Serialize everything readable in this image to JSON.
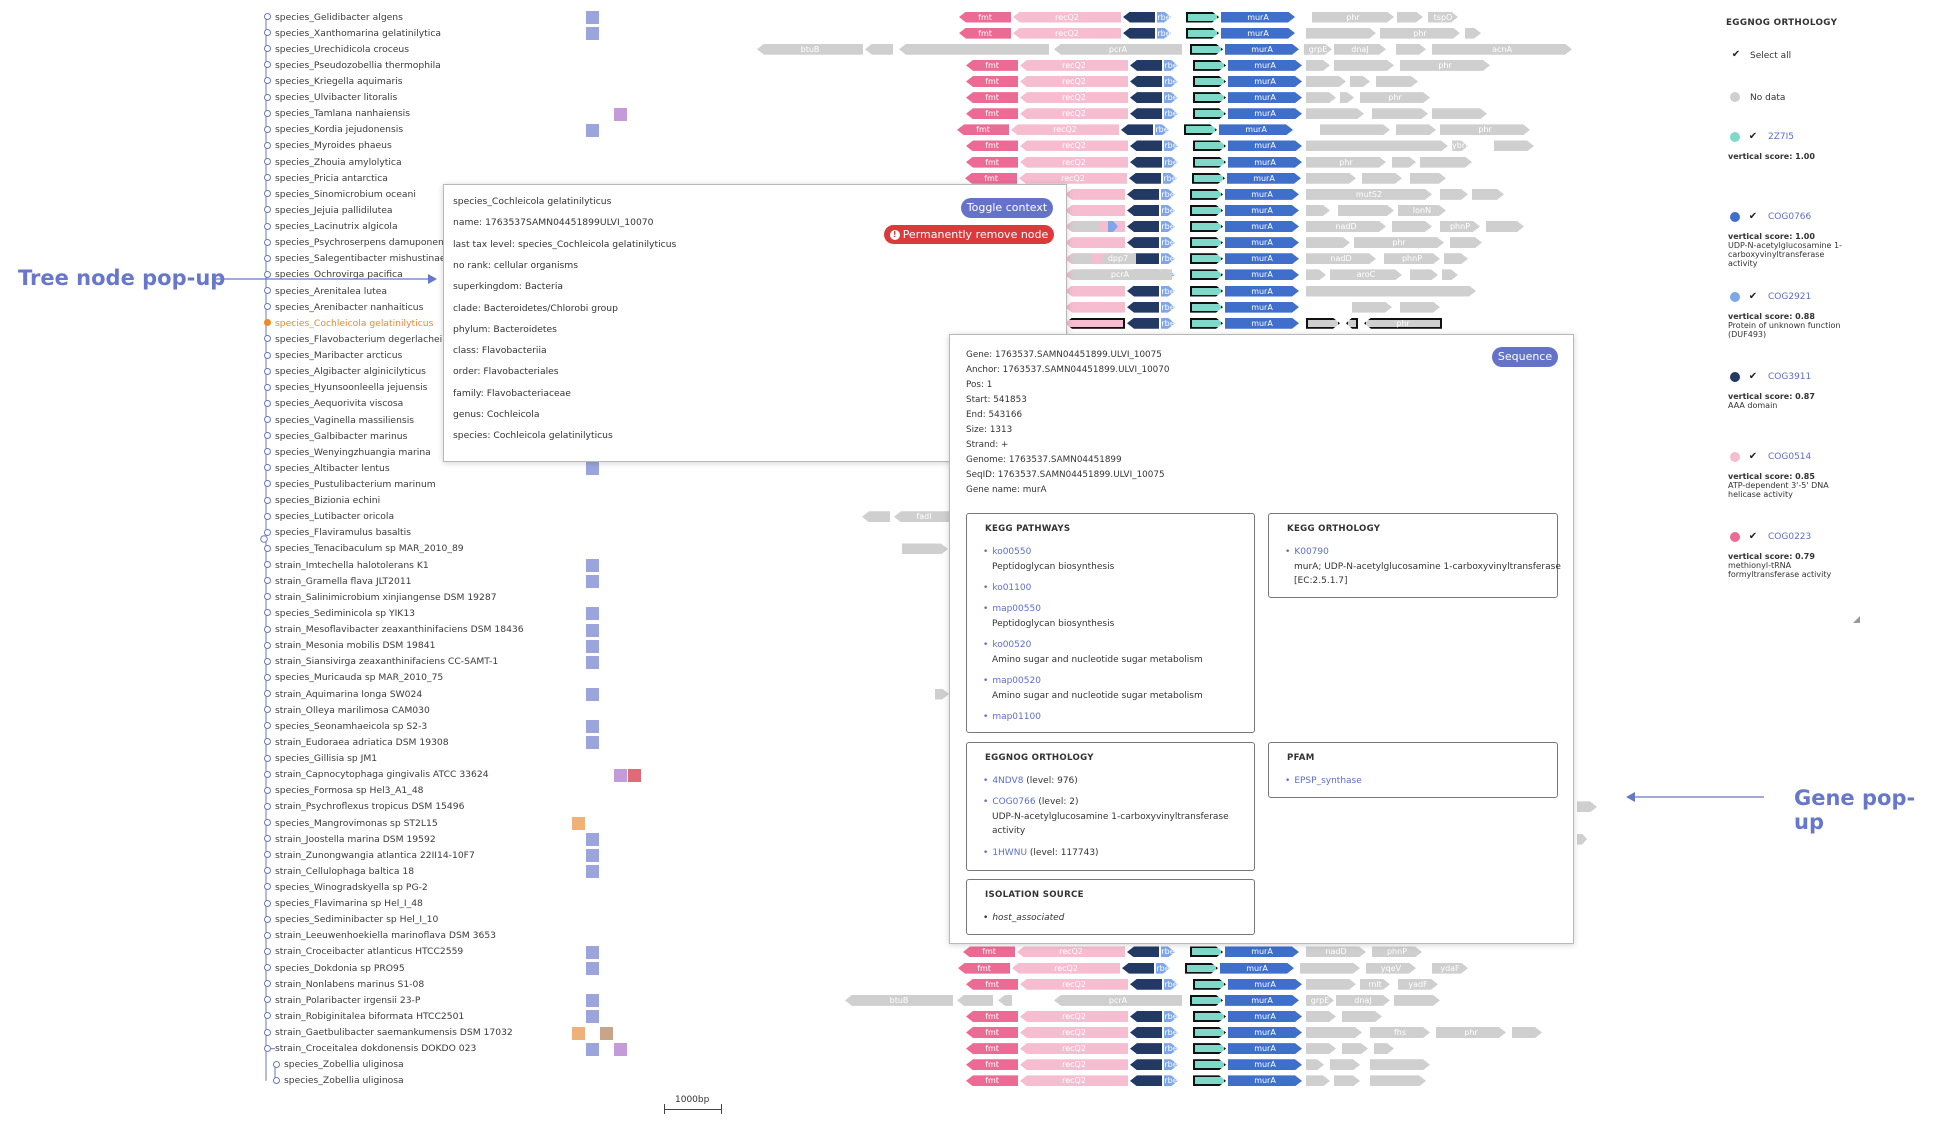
{
  "tree": {
    "nodes": [
      "species_Gelidibacter algens",
      "species_Xanthomarina gelatinilytica",
      "species_Urechidicola croceus",
      "species_Pseudozobellia thermophila",
      "species_Kriegella aquimaris",
      "species_Ulvibacter litoralis",
      "species_Tamlana nanhaiensis",
      "species_Kordia jejudonensis",
      "species_Myroides phaeus",
      "species_Zhouia amylolytica",
      "species_Pricia antarctica",
      "species_Sinomicrobium oceani",
      "species_Jejuia pallidilutea",
      "species_Lacinutrix algicola",
      "species_Psychroserpens damuponensis",
      "species_Salegentibacter mishustinae",
      "species_Ochrovirga pacifica",
      "species_Arenitalea lutea",
      "species_Arenibacter nanhaiticus",
      "species_Cochleicola gelatinilyticus",
      "species_Flavobacterium degerlachei",
      "species_Maribacter arcticus",
      "species_Algibacter alginicilyticus",
      "species_Hyunsoonleella jejuensis",
      "species_Aequorivita viscosa",
      "species_Vaginella massiliensis",
      "species_Galbibacter marinus",
      "species_Wenyingzhuangia marina",
      "species_Altibacter lentus",
      "species_Pustulibacterium marinum",
      "species_Bizionia echini",
      "species_Lutibacter oricola",
      "species_Flaviramulus basaltis",
      "species_Tenacibaculum sp MAR_2010_89",
      "strain_Imtechella halotolerans K1",
      "strain_Gramella flava JLT2011",
      "strain_Salinimicrobium xinjiangense DSM 19287",
      "species_Sediminicola sp YIK13",
      "strain_Mesoflavibacter zeaxanthinifaciens DSM 18436",
      "strain_Mesonia mobilis DSM 19841",
      "strain_Siansivirga zeaxanthinifaciens CC-SAMT-1",
      "species_Muricauda sp MAR_2010_75",
      "strain_Aquimarina longa SW024",
      "strain_Olleya marilimosa CAM030",
      "species_Seonamhaeicola sp S2-3",
      "strain_Eudoraea adriatica DSM 19308",
      "species_Gillisia sp JM1",
      "strain_Capnocytophaga gingivalis ATCC 33624",
      "species_Formosa sp Hel3_A1_48",
      "strain_Psychroflexus tropicus DSM 15496",
      "species_Mangrovimonas sp ST2L15",
      "strain_Joostella marina DSM 19592",
      "strain_Zunongwangia atlantica 22II14-10F7",
      "strain_Cellulophaga baltica 18",
      "species_Winogradskyella sp PG-2",
      "species_Flavimarina sp Hel_I_48",
      "species_Sediminibacter sp Hel_I_10",
      "strain_Leeuwenhoekiella marinoflava DSM 3653",
      "strain_Croceibacter atlanticus HTCC2559",
      "species_Dokdonia sp PRO95",
      "strain_Nonlabens marinus S1-08",
      "strain_Polaribacter irgensii 23-P",
      "strain_Robiginitalea biformata HTCC2501",
      "strain_Gaetbulibacter saemankumensis DSM 17032",
      "strain_Croceitalea dokdonensis DOKDO 023",
      "species_Zobellia uliginosa",
      "species_Zobellia uliginosa"
    ],
    "selected_index": 19
  },
  "scale_bar": "1000bp",
  "annotations": {
    "tree_popup": "Tree node pop-up",
    "gene_popup": "Gene pop-up"
  },
  "tree_popup": {
    "lines": [
      "species_Cochleicola gelatinilyticus",
      "name: 1763537SAMN04451899ULVI_10070",
      "last tax level: species_Cochleicola gelatinilyticus",
      "no rank: cellular organisms",
      "superkingdom: Bacteria",
      "clade: Bacteroidetes/Chlorobi group",
      "phylum: Bacteroidetes",
      "class: Flavobacteriia",
      "order: Flavobacteriales",
      "family: Flavobacteriaceae",
      "genus: Cochleicola",
      "species: Cochleicola gelatinilyticus"
    ],
    "toggle_label": "Toggle context",
    "remove_label": "Permanently remove node"
  },
  "gene_popup": {
    "lines": [
      "Gene: 1763537.SAMN04451899.ULVI_10075",
      "Anchor: 1763537.SAMN04451899.ULVI_10070",
      "Pos: 1",
      "Start: 541853",
      "End: 543166",
      "Size: 1313",
      "Strand: +",
      "Genome: 1763537.SAMN04451899",
      "SeqID: 1763537.SAMN04451899.ULVI_10075",
      "Gene name: murA"
    ],
    "sequence_label": "Sequence",
    "kegg_pathways": {
      "title": "KEGG PATHWAYS",
      "items": [
        {
          "id": "ko00550",
          "desc": "Peptidoglycan biosynthesis"
        },
        {
          "id": "ko01100",
          "desc": ""
        },
        {
          "id": "map00550",
          "desc": "Peptidoglycan biosynthesis"
        },
        {
          "id": "ko00520",
          "desc": "Amino sugar and nucleotide sugar metabolism"
        },
        {
          "id": "map00520",
          "desc": "Amino sugar and nucleotide sugar metabolism"
        },
        {
          "id": "map01100",
          "desc": ""
        }
      ]
    },
    "kegg_orthology": {
      "title": "KEGG ORTHOLOGY",
      "id": "K00790",
      "desc1": "murA; UDP-N-acetylglucosamine 1-carboxyvinyltransferase",
      "desc2": "[EC:2.5.1.7]"
    },
    "eggnog": {
      "title": "EGGNOG ORTHOLOGY",
      "items": [
        {
          "id": "4NDV8",
          "level": "(level: 976)",
          "desc": ""
        },
        {
          "id": "COG0766",
          "level": "(level: 2)",
          "desc": "UDP-N-acetylglucosamine 1-carboxyvinyltransferase",
          "desc2": "activity"
        },
        {
          "id": "1HWNU",
          "level": "(level: 117743)",
          "desc": ""
        }
      ]
    },
    "pfam": {
      "title": "PFAM",
      "id": "EPSP_synthase"
    },
    "isolation": {
      "title": "ISOLATION SOURCE",
      "value": "host_associated"
    }
  },
  "legend": {
    "title": "EGGNOG ORTHOLOGY",
    "select_all": "Select all",
    "no_data": "No data",
    "entries": [
      {
        "id": "2Z7I5",
        "color": "#7fd9c8",
        "score": "vertical score: 1.00",
        "desc": ""
      },
      {
        "id": "COG0766",
        "color": "#3f6fcb",
        "score": "vertical score: 1.00",
        "desc": "UDP-N-acetylglucosamine 1-carboxyvinyltransferase activity"
      },
      {
        "id": "COG2921",
        "color": "#7ea6ea",
        "score": "vertical score: 0.88",
        "desc": "Protein of unknown function (DUF493)"
      },
      {
        "id": "COG3911",
        "color": "#223a63",
        "score": "vertical score: 0.87",
        "desc": "AAA domain"
      },
      {
        "id": "COG0514",
        "color": "#f6bdd0",
        "score": "vertical score: 0.85",
        "desc": "ATP-dependent 3'-5' DNA helicase activity"
      },
      {
        "id": "COG0223",
        "color": "#ec6b95",
        "score": "vertical score: 0.79",
        "desc": "methionyl-tRNA formyltransferase activity"
      }
    ]
  },
  "gene_labels": {
    "fmt": "fmt",
    "recQ2": "recQ2",
    "rbe": "rbe",
    "murA": "murA",
    "phr": "phr",
    "btuB": "btuB",
    "pcrA": "pcrA",
    "grpE": "grpE",
    "dnaJ": "dnaJ",
    "acnA": "acnA",
    "mutS2": "mutS2",
    "nadD": "nadD",
    "phnP": "phnP",
    "aroC": "aroC",
    "dpp7": "dpp7",
    "yqeV": "yqeV",
    "ydaF": "ydaF",
    "rnlt": "rnlt",
    "yadF": "yadF",
    "fhs": "fhs",
    "ybrD": "ybrD",
    "fadI": "fadI",
    "tspO": "tspO",
    "lonN": "lonN"
  }
}
